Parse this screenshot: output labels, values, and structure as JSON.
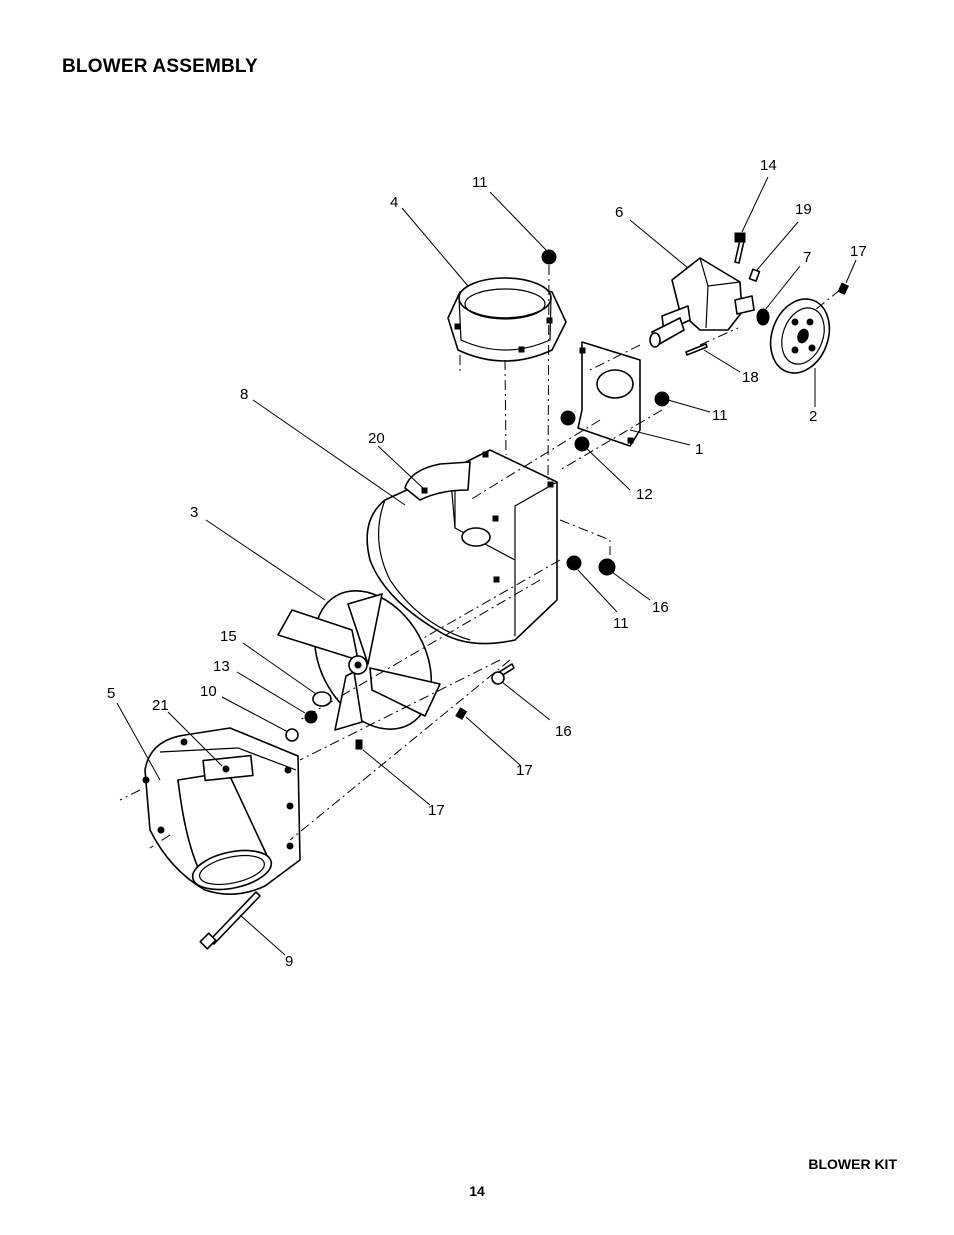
{
  "header": {
    "title": "BLOWER ASSEMBLY"
  },
  "footer": {
    "kit_label": "BLOWER KIT",
    "page_number": "14"
  },
  "callouts": [
    {
      "id": "c14a",
      "label": "14"
    },
    {
      "id": "c19",
      "label": "19"
    },
    {
      "id": "c11a",
      "label": "11"
    },
    {
      "id": "c6",
      "label": "6"
    },
    {
      "id": "c7",
      "label": "7"
    },
    {
      "id": "c17a",
      "label": "17"
    },
    {
      "id": "c4",
      "label": "4"
    },
    {
      "id": "c18",
      "label": "18"
    },
    {
      "id": "c8",
      "label": "8"
    },
    {
      "id": "c11b",
      "label": "11"
    },
    {
      "id": "c2",
      "label": "2"
    },
    {
      "id": "c20",
      "label": "20"
    },
    {
      "id": "c1",
      "label": "1"
    },
    {
      "id": "c12",
      "label": "12"
    },
    {
      "id": "c3",
      "label": "3"
    },
    {
      "id": "c16a",
      "label": "16"
    },
    {
      "id": "c11c",
      "label": "11"
    },
    {
      "id": "c15",
      "label": "15"
    },
    {
      "id": "c13",
      "label": "13"
    },
    {
      "id": "c5",
      "label": "5"
    },
    {
      "id": "c21",
      "label": "21"
    },
    {
      "id": "c10",
      "label": "10"
    },
    {
      "id": "c16b",
      "label": "16"
    },
    {
      "id": "c17b",
      "label": "17"
    },
    {
      "id": "c17c",
      "label": "17"
    },
    {
      "id": "c9",
      "label": "9"
    }
  ]
}
